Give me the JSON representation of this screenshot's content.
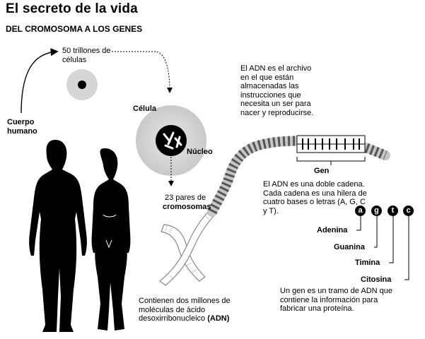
{
  "header": {
    "title": "El secreto de la vida",
    "subtitle": "DEL CROMOSOMA A LOS GENES"
  },
  "labels": {
    "trillones": "50 trillones de células",
    "cuerpo_humano": "Cuerpo humano",
    "celula": "Célula",
    "nucleo": "Núcleo",
    "pares": "23 pares de",
    "cromosomas": "cromosomas",
    "adn_archivo": "El ADN es el archivo en el que están almacenadas las instrucciones que necesita un ser para nacer y reproducirse.",
    "gen": "Gen",
    "doble_cadena": "El ADN es una doble cadena. Cada cadena es una hilera de cuatro bases o letras (A, G, C y T).",
    "contienen": "Contienen dos millones de moléculas de ácido desoxirribonucleico",
    "adn_abbr": "(ADN)",
    "un_gen": "Un gen es un tramo de ADN que contiene la información para fabricar una proteína."
  },
  "bases": [
    {
      "name": "Adenina",
      "letter": "a"
    },
    {
      "name": "Guanina",
      "letter": "g"
    },
    {
      "name": "Timina",
      "letter": "t"
    },
    {
      "name": "Citosina",
      "letter": "c"
    }
  ]
}
